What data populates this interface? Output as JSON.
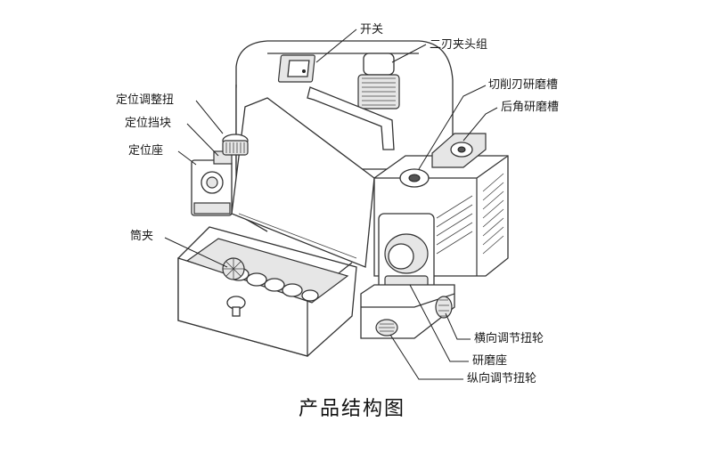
{
  "labels": {
    "switch": "开关",
    "two_blade_chuck": "二刃夹头组",
    "cutting_edge_groove": "切削刃研磨槽",
    "relief_angle_groove": "后角研磨槽",
    "position_knob": "定位调整扭",
    "position_block": "定位挡块",
    "position_seat": "定位座",
    "collet": "筒夹",
    "lateral_wheel": "横向调节扭轮",
    "grinding_seat": "研磨座",
    "longitudinal_wheel": "纵向调节扭轮"
  },
  "caption": "产品结构图"
}
